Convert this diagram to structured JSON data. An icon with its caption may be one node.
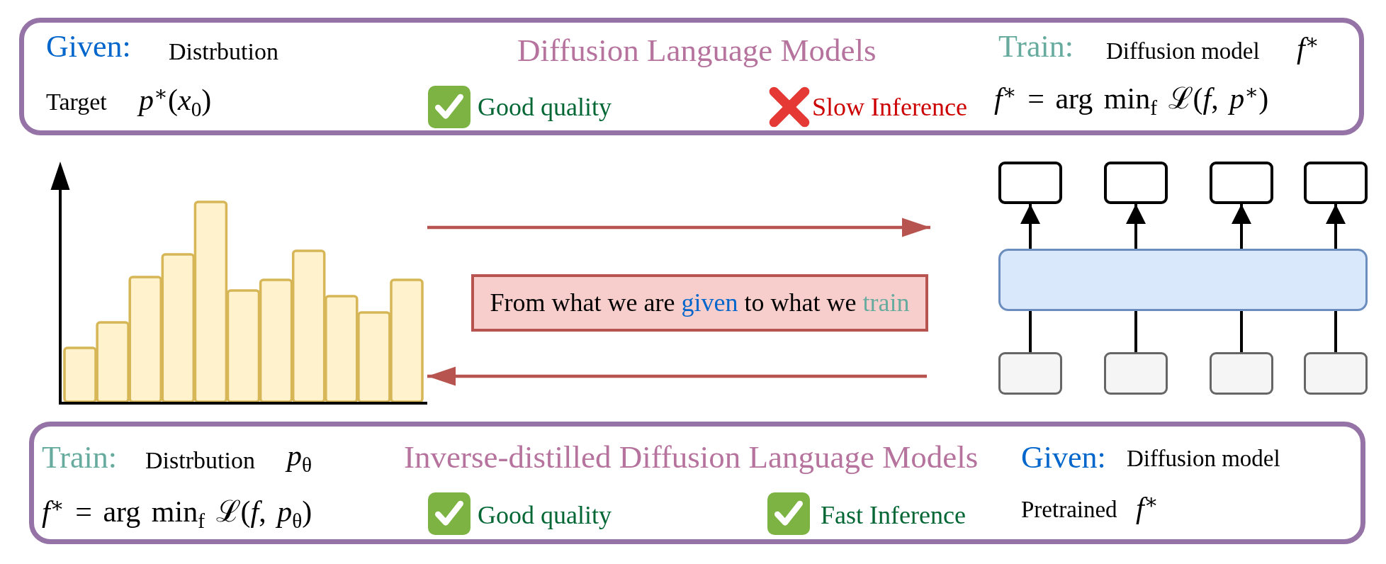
{
  "diagram": {
    "nodes": [
      {
        "text": [
          "Given:",
          "Distrbution",
          "Diffusion Language Models",
          "Train:",
          "Diffusion model",
          "*f*$^{∗}$",
          "Target",
          "*p*$^{∗}$(*x*$_{0}$)",
          "Good quality",
          "Slow Inference",
          "*f*$^{∗}$ = arg min$_{f}$ ℒ(*f*, *p*$^{∗}$)"
        ]
      },
      {
        "text": [],
        "shape": "picture"
      },
      {
        "text": [
          "From what we are given to what we train"
        ]
      },
      {
        "text": [],
        "shape": "box"
      },
      {
        "text": [],
        "shape": "box"
      },
      {
        "text": [],
        "shape": "box"
      },
      {
        "text": [],
        "shape": "box"
      },
      {
        "text": [],
        "shape": "box"
      },
      {
        "text": [],
        "shape": "box"
      },
      {
        "text": [],
        "shape": "box"
      },
      {
        "text": [],
        "shape": "box"
      },
      {
        "text": [],
        "shape": "box"
      },
      {
        "text": [
          "Train:",
          "Distrbution",
          "*p*$_{θ}$",
          "Inverse-distilled Diffusion Language Models",
          "Given:",
          "Diffusion model",
          "*f*$^{∗}$ = arg min$_{f}$ ℒ(*f*, *p*$_{θ}$)",
          "Good quality",
          "Fast Inference",
          "Pretrained",
          "*f*$^{∗}$"
        ]
      }
    ],
    "edges": [
      {
        "from": 1,
        "to": null,
        "arrow": "to",
        "color": "#b85450"
      },
      {
        "from": null,
        "to": 1,
        "arrow": "to",
        "color": "#b85450"
      },
      {
        "from": 7,
        "to": 3,
        "arrow": "to"
      },
      {
        "from": 7,
        "to": 4,
        "arrow": "to"
      },
      {
        "from": 7,
        "to": 5,
        "arrow": "to"
      },
      {
        "from": 7,
        "to": 6,
        "arrow": "to"
      },
      {
        "from": 8,
        "to": 7,
        "arrow": "none"
      },
      {
        "from": 9,
        "to": 7,
        "arrow": "none"
      },
      {
        "from": 10,
        "to": 7,
        "arrow": "none"
      },
      {
        "from": 11,
        "to": 7,
        "arrow": "none"
      }
    ]
  }
}
